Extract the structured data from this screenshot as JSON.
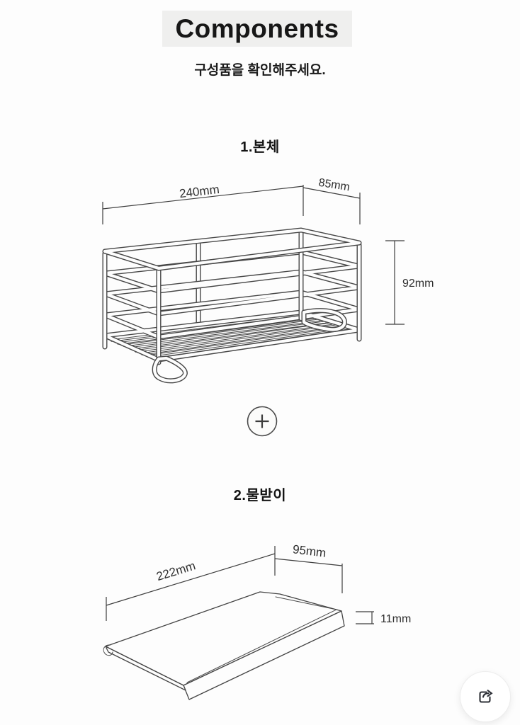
{
  "page": {
    "background": "#fdfdfd"
  },
  "header": {
    "title": "Components",
    "subtitle": "구성품을 확인해주세요.",
    "banner_bg": "#efefee"
  },
  "sections": [
    {
      "label": "1.본체",
      "dims": {
        "width": "240mm",
        "depth": "85mm",
        "height": "92mm"
      }
    },
    {
      "label": "2.물받이",
      "dims": {
        "width": "222mm",
        "depth": "95mm",
        "height": "11mm"
      }
    }
  ],
  "icons": {
    "separator": "plus-circle-icon",
    "floating_action": "share-icon"
  },
  "colors": {
    "line": "#474747",
    "text": "#1b1b1b",
    "dim_text": "#2e2e2e"
  }
}
